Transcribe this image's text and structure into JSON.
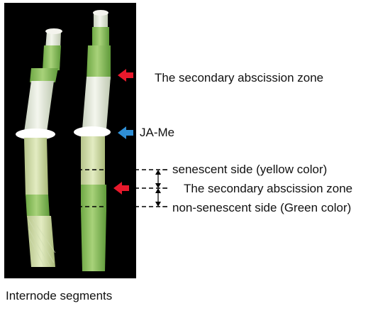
{
  "labels": {
    "secondary_zone_top": "The secondary abscission zone",
    "ja_me": "JA-Me",
    "senescent_side": "senescent side (yellow color)",
    "secondary_zone_middle": "The secondary abscission zone",
    "non_senescent_side": "non-senescent side (Green color)",
    "caption": "Internode segments"
  },
  "colors": {
    "photo_background": "#000000",
    "stem_white": "#eef1e6",
    "stem_green": "#9cc86a",
    "stem_dark_green": "#6ea844",
    "ring_white": "#ffffff",
    "red_arrow": "#e8192c",
    "blue_arrow": "#2f8fd6",
    "dashed_line": "#000000"
  },
  "icons": {
    "red_arrow": "arrow-left-red-icon",
    "blue_arrow": "arrow-left-blue-icon",
    "double_arrow": "double-headed-vertical-arrow-icon"
  }
}
